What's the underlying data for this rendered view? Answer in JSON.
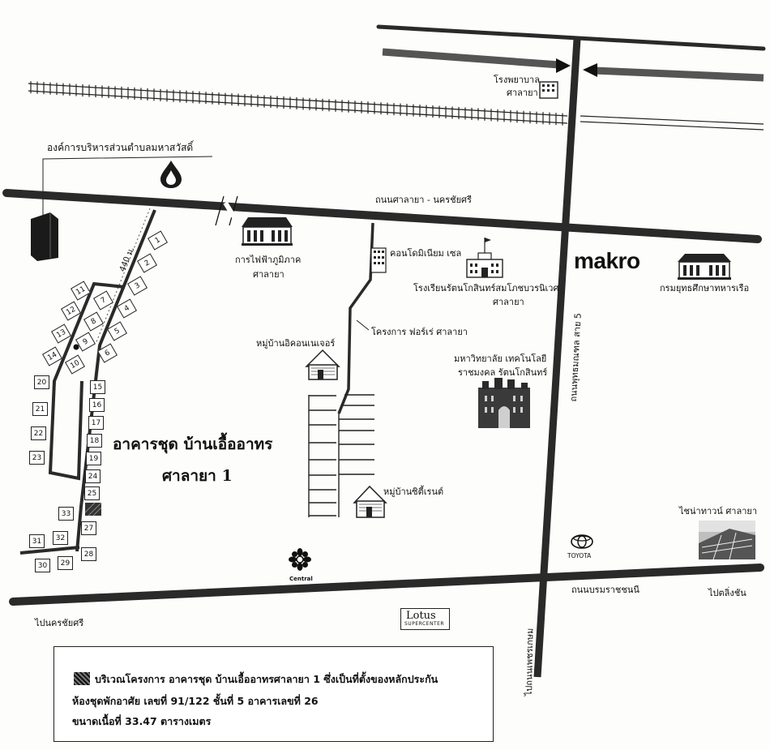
{
  "roads": {
    "salaya_nakhonchaisi": "ถนนศาลายา - นครชัยศรี",
    "phutthamonthon_sai5": "ถนนพุทธมณฑล สาย 5",
    "borommaratchachonnani": "ถนนบรมราชชนนี",
    "to_nakhonchaisi": "ไปนครชัยศรี",
    "to_talingchan": "ไปตลิ่งชัน",
    "to_phetkasem": "ไปถนนเพชรเกษม",
    "distance_440m": "440 ม."
  },
  "landmarks": {
    "sao": "องค์การบริหารส่วนตำบลมหาสวัสดิ์",
    "hospital_line1": "โรงพยาบาล",
    "hospital_line2": "ศาลายา",
    "pea_line1": "การไฟฟ้าภูมิภาค",
    "pea_line2": "ศาลายา",
    "condo": "คอนโดมิเนียม เซล",
    "school_line1": "โรงเรียนรัตนโกสินทร์สมโภชบวรนิเวศ",
    "school_line2": "ศาลายา",
    "makro": "makro",
    "navy_dept": "กรมยุทธศึกษาทหารเรือ",
    "forest_project": "โครงการ ฟอร์เร่ ศาลายา",
    "village_icon": "หมู่บ้านอิคอนเนเจอร์",
    "university_line1": "มหาวิทยาลัย เทคโนโลยี",
    "university_line2": "ราชมงคล รัตนโกสินทร์",
    "village_city": "หมู่บ้านซิตี้เรนต์",
    "chinatown": "ไชน่าทาวน์ ศาลายา",
    "toyota": "TOYOTA",
    "central": "Central",
    "lotus_main": "Lotus",
    "lotus_sub": "SUPERCENTER"
  },
  "project": {
    "title_line1": "อาคารชุด บ้านเอื้ออาทร",
    "title_line2": "ศาลายา 1"
  },
  "plots": [
    "1",
    "2",
    "3",
    "4",
    "5",
    "6",
    "7",
    "8",
    "9",
    "10",
    "11",
    "12",
    "13",
    "14",
    "15",
    "16",
    "17",
    "18",
    "19",
    "20",
    "21",
    "22",
    "23",
    "24",
    "25",
    "27",
    "28",
    "29",
    "30",
    "31",
    "32",
    "33"
  ],
  "legend": {
    "line1": "บริเวณโครงการ อาคารชุด บ้านเอื้ออาทรศาลายา 1 ซึ่งเป็นที่ตั้งของหลักประกัน",
    "line2": "ห้องชุดพักอาศัย เลขที่ 91/122 ชั้นที่ 5 อาคารเลขที่ 26",
    "line3": "ขนาดเนื้อที่ 33.47 ตารางเมตร"
  },
  "colors": {
    "road": "#2a2a2a",
    "ink": "#111111",
    "paper": "#fdfdfb"
  }
}
